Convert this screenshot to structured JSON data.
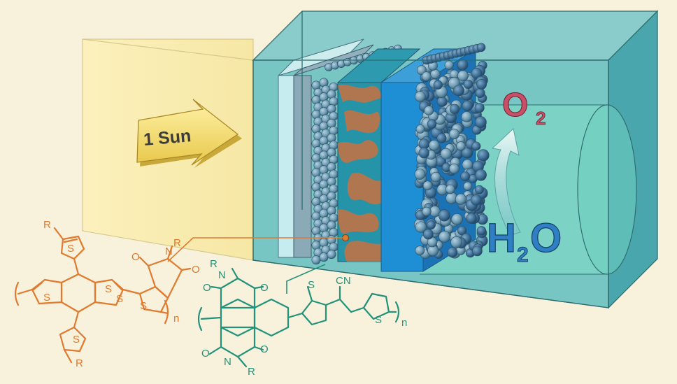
{
  "sun_label": "1 Sun",
  "product_label": {
    "main": "O",
    "sub": "2"
  },
  "reactant_label": {
    "main": "H",
    "sub": "2",
    "tail": "O"
  },
  "donor_polymer": {
    "atoms": [
      "R",
      "S",
      "S",
      "S",
      "S",
      "N",
      "R",
      "O",
      "O",
      "S",
      "S",
      "R"
    ],
    "repeat": "n"
  },
  "acceptor_polymer": {
    "atoms": [
      "R",
      "N",
      "O",
      "O",
      "S",
      "CN",
      "S",
      "O",
      "O",
      "N",
      "R"
    ],
    "repeat": "n"
  },
  "colors": {
    "background": "#f8f1dc",
    "light_beam": "#fbefb0",
    "electrolyte_box": "#4fb4b8",
    "donor_polymer": "#e07a2e",
    "acceptor_polymer": "#23927a",
    "oxygen_label": "#c84f66",
    "water_label": "#2f7fc4",
    "arrow": "#f0d65a"
  },
  "icons": [
    "sun-arrow-icon",
    "curved-arrow-icon",
    "cylinder-icon",
    "nanoparticle-icon"
  ]
}
